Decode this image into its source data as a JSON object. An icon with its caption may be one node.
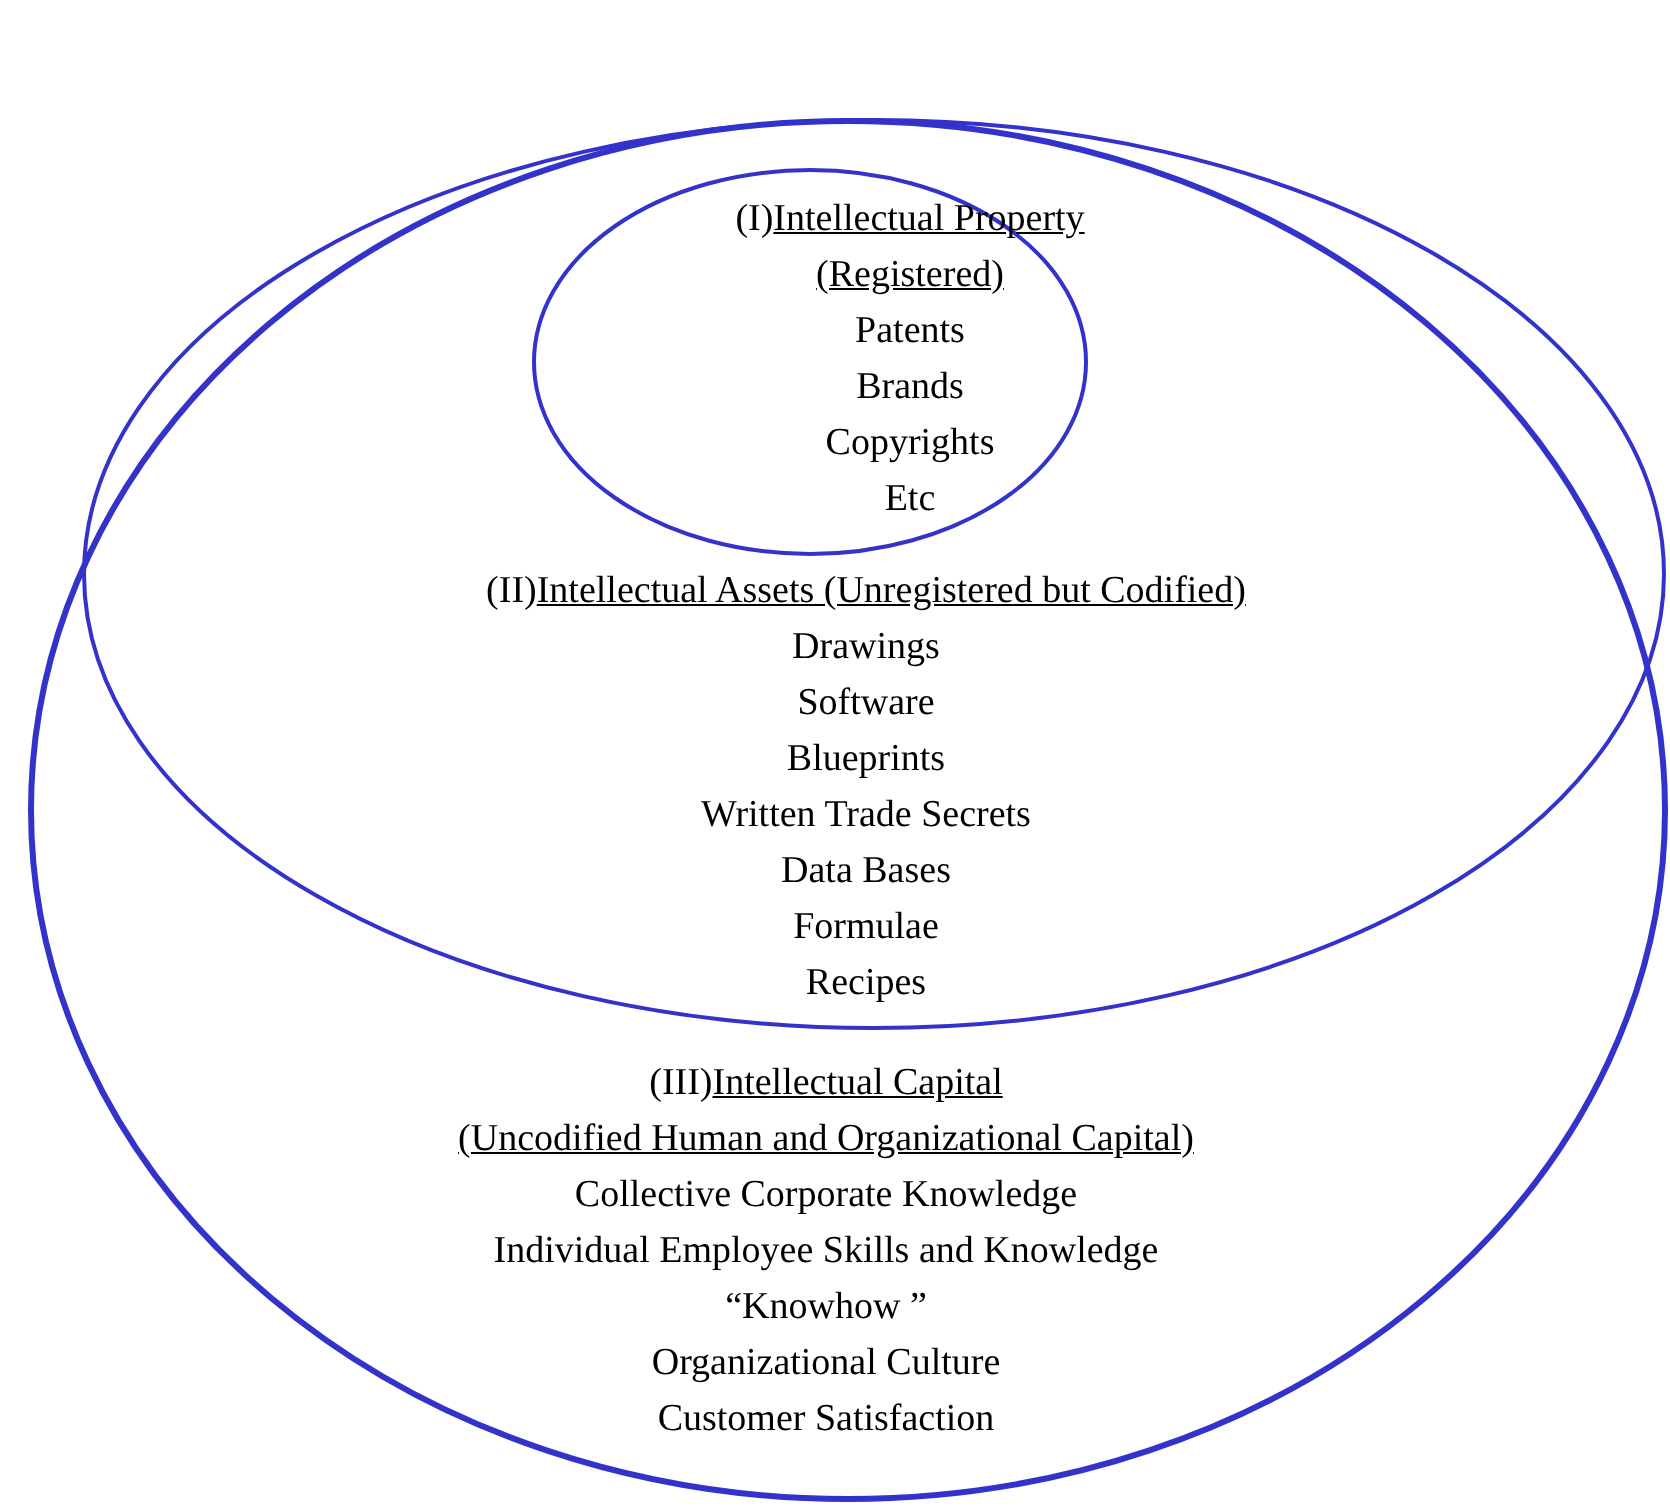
{
  "diagram": {
    "nodes": [
      {
        "text": [
          "(III)",
          "Intellectual Capital",
          "(Uncodified  Human and  Organizational  Capital)",
          "Collective Corporate Knowledge",
          "Individual Employee Skills and Knowledge",
          "“Knowhow ”",
          "Organizational  Culture",
          "Customer Satisfaction"
        ]
      },
      {
        "text": [
          "(II)",
          "Intellectual Assets (Unregistered but Codified)",
          "Drawings",
          "Software",
          "Blueprints",
          "Written Trade Secrets",
          "Data Bases",
          "Formulae",
          "Recipes"
        ],
        "in": 0
      },
      {
        "text": [
          "(I)",
          "Intellectual Property",
          "(Registered)",
          "Patents",
          "Brands",
          "Copyrights",
          "Etc"
        ],
        "in": 1
      }
    ]
  }
}
